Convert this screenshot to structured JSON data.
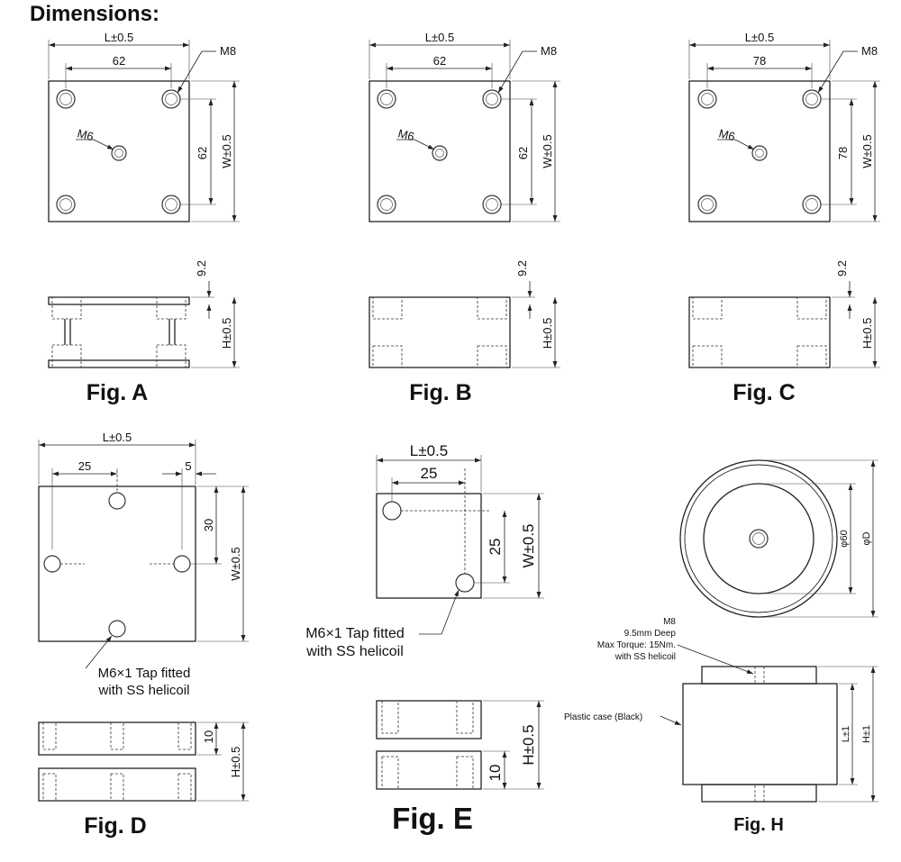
{
  "title": "Dimensions:",
  "figures": {
    "A": {
      "label": "Fig. A",
      "L": "L±0.5",
      "pitch_x": "62",
      "pitch_y": "62",
      "W": "W±0.5",
      "thread_corner": "M8",
      "thread_center": "M6",
      "plate": "9.2",
      "H": "H±0.5"
    },
    "B": {
      "label": "Fig. B",
      "L": "L±0.5",
      "pitch_x": "62",
      "pitch_y": "62",
      "W": "W±0.5",
      "thread_corner": "M8",
      "thread_center": "M6",
      "plate": "9.2",
      "H": "H±0.5"
    },
    "C": {
      "label": "Fig. C",
      "L": "L±0.5",
      "pitch_x": "78",
      "pitch_y": "78",
      "W": "W±0.5",
      "thread_corner": "M8",
      "thread_center": "M6",
      "plate": "9.2",
      "H": "H±0.5"
    },
    "D": {
      "label": "Fig. D",
      "L": "L±0.5",
      "dim_25": "25",
      "dim_5": "5",
      "dim_30": "30",
      "W": "W±0.5",
      "note_line1": "M6×1 Tap fitted",
      "note_line2": "with SS helicoil",
      "dim_10": "10",
      "H": "H±0.5"
    },
    "E": {
      "label": "Fig. E",
      "L": "L±0.5",
      "dim_25_h": "25",
      "dim_25_v": "25",
      "W": "W±0.5",
      "note_line1": "M6×1 Tap fitted",
      "note_line2": "with SS helicoil",
      "H": "H±0.5",
      "dim_10": "10"
    },
    "H": {
      "label": "Fig. H",
      "dia_inner": "φ60",
      "dia_outer": "φD",
      "note_line1": "M8",
      "note_line2": "9.5mm Deep",
      "note_line3": "Max Torque: 15Nm.",
      "note_line4": "with SS helicoil",
      "case_note": "Plastic case (Black)",
      "L": "L±1",
      "H": "H±1"
    }
  }
}
